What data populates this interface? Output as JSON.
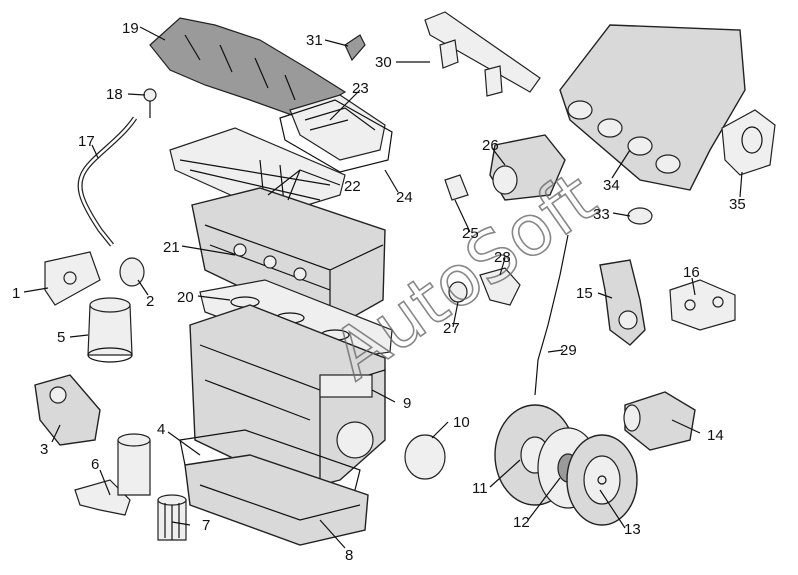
{
  "watermark": "AutoSoft",
  "colors": {
    "line": "#111111",
    "part_fill": "#d9d9d9",
    "part_dark": "#9a9a9a",
    "background": "#ffffff"
  },
  "callouts": {
    "c1": "1",
    "c2": "2",
    "c3": "3",
    "c4": "4",
    "c5": "5",
    "c6": "6",
    "c7": "7",
    "c8": "8",
    "c9": "9",
    "c10": "10",
    "c11": "11",
    "c12": "12",
    "c13": "13",
    "c14": "14",
    "c15": "15",
    "c16": "16",
    "c17": "17",
    "c18": "18",
    "c19": "19",
    "c20": "20",
    "c21": "21",
    "c22": "22",
    "c23": "23",
    "c24": "24",
    "c25": "25",
    "c26": "26",
    "c27": "27",
    "c28": "28",
    "c29": "29",
    "c30": "30",
    "c31": "31",
    "c33": "33",
    "c34": "34",
    "c35": "35"
  }
}
